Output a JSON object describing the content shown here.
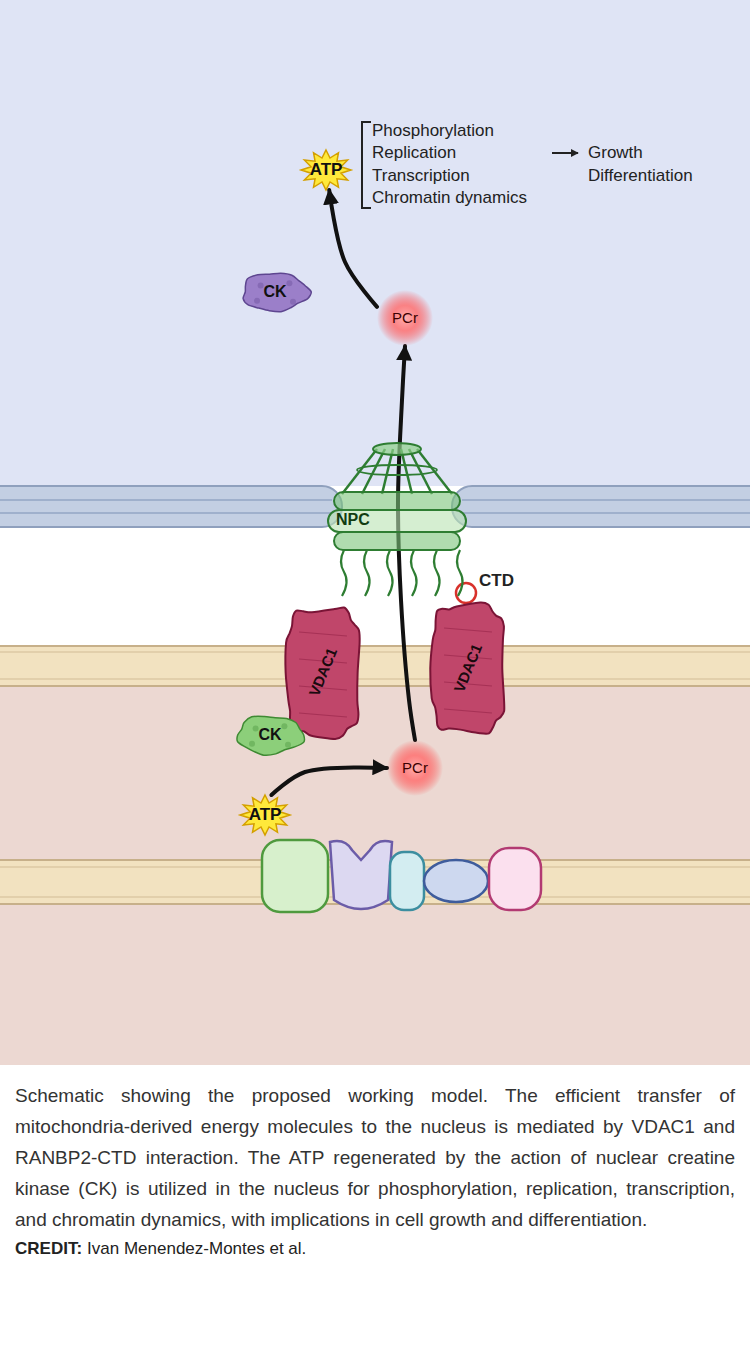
{
  "diagram": {
    "caption": "Schematic showing the proposed working model. The efficient transfer of mitochondria-derived energy molecules to the nucleus is mediated by VDAC1 and RANBP2-CTD interaction. The ATP regenerated by the action of nuclear creatine kinase (CK) is utilized in the nucleus for phosphorylation, replication, transcription, and chromatin dynamics, with implications in cell growth and differentiation.",
    "nodes": [
      {
        "text": [
          "ATP"
        ]
      },
      {
        "text": [
          "CK"
        ]
      },
      {
        "text": [
          "PCr"
        ]
      },
      {
        "text": [
          "NPC"
        ]
      },
      {
        "text": [
          "VDAC1"
        ]
      },
      {
        "text": [
          "VDAC1"
        ]
      },
      {
        "text": [
          "CK"
        ]
      },
      {
        "text": [
          "PCr"
        ]
      },
      {
        "text": [
          "ATP"
        ]
      }
    ],
    "edges": [
      {
        "from": 7,
        "to": 2,
        "arrow": "to"
      },
      {
        "from": 2,
        "to": 0,
        "arrow": "to"
      },
      {
        "from": 8,
        "to": 7,
        "arrow": "to"
      }
    ],
    "labels": [
      "Phosphorylation",
      "Replication",
      "Transcription",
      "Chromatin dynamics",
      "Growth",
      "Differentiation",
      "CTD",
      "CREDIT:",
      "Ivan Menendez-Montes et al."
    ]
  }
}
